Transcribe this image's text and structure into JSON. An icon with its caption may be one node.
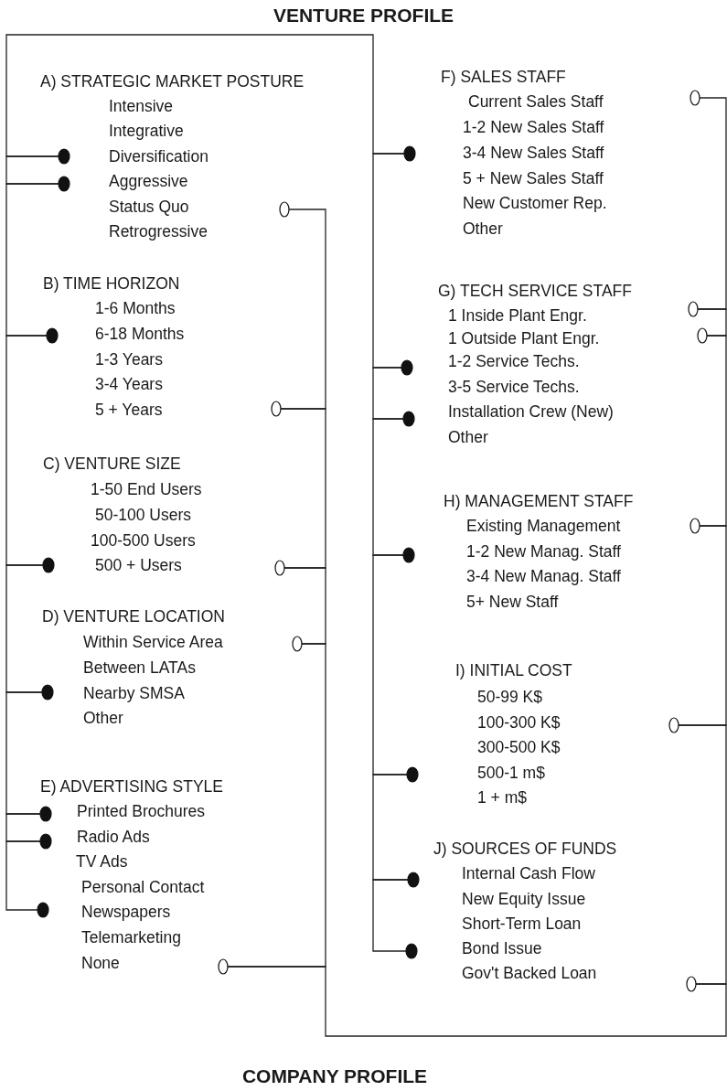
{
  "diagram": {
    "title": "VENTURE PROFILE",
    "caption": "COMPANY PROFILE",
    "nodes": [
      {
        "text": [],
        "shape": "dot"
      },
      {
        "text": [],
        "shape": "dot"
      },
      {
        "text": [],
        "shape": "circle"
      },
      {
        "text": [],
        "shape": "dot"
      },
      {
        "text": [],
        "shape": "circle"
      },
      {
        "text": [],
        "shape": "dot"
      },
      {
        "text": [],
        "shape": "circle"
      },
      {
        "text": [],
        "shape": "circle"
      },
      {
        "text": [],
        "shape": "dot"
      },
      {
        "text": [],
        "shape": "dot"
      },
      {
        "text": [],
        "shape": "dot"
      },
      {
        "text": [],
        "shape": "dot"
      },
      {
        "text": [],
        "shape": "circle"
      },
      {
        "text": [],
        "shape": "circle"
      },
      {
        "text": [],
        "shape": "dot"
      },
      {
        "text": [],
        "shape": "circle"
      },
      {
        "text": [],
        "shape": "circle"
      },
      {
        "text": [],
        "shape": "dot"
      },
      {
        "text": [],
        "shape": "dot"
      },
      {
        "text": [],
        "shape": "circle"
      },
      {
        "text": [],
        "shape": "dot"
      },
      {
        "text": [],
        "shape": "circle"
      },
      {
        "text": [],
        "shape": "dot"
      },
      {
        "text": [],
        "shape": "dot"
      },
      {
        "text": [],
        "shape": "dot"
      },
      {
        "text": [],
        "shape": "circle"
      }
    ],
    "edges": [
      {
        "from": 11,
        "to": 10,
        "arrow": "none"
      },
      {
        "from": 10,
        "to": 9,
        "arrow": "none"
      },
      {
        "from": 9,
        "to": 8,
        "arrow": "none"
      },
      {
        "from": 8,
        "to": 5,
        "arrow": "none"
      },
      {
        "from": 5,
        "to": 3,
        "arrow": "none"
      },
      {
        "from": 3,
        "to": 1,
        "arrow": "none"
      },
      {
        "from": 1,
        "to": 0,
        "arrow": "none"
      },
      {
        "from": 0,
        "to": 14,
        "arrow": "none"
      },
      {
        "from": 14,
        "to": 17,
        "arrow": "none"
      },
      {
        "from": 17,
        "to": 18,
        "arrow": "none"
      },
      {
        "from": 18,
        "to": 20,
        "arrow": "none"
      },
      {
        "from": 20,
        "to": 22,
        "arrow": "none"
      },
      {
        "from": 22,
        "to": 23,
        "arrow": "none"
      },
      {
        "from": 23,
        "to": 24,
        "arrow": "none"
      },
      {
        "from": 2,
        "to": 4,
        "arrow": "none"
      },
      {
        "from": 4,
        "to": 6,
        "arrow": "none"
      },
      {
        "from": 6,
        "to": 7,
        "arrow": "none"
      },
      {
        "from": 7,
        "to": 12,
        "arrow": "none"
      },
      {
        "from": 12,
        "to": 25,
        "arrow": "none"
      },
      {
        "from": 25,
        "to": 21,
        "arrow": "none"
      },
      {
        "from": 21,
        "to": 19,
        "arrow": "none"
      },
      {
        "from": 19,
        "to": 16,
        "arrow": "none"
      },
      {
        "from": 16,
        "to": 15,
        "arrow": "none"
      },
      {
        "from": 15,
        "to": 13,
        "arrow": "none"
      }
    ],
    "labels": [
      "A) STRATEGIC MARKET POSTURE",
      "Intensive",
      "Integrative",
      "Diversification",
      "Aggressive",
      "Status Quo",
      "Retrogressive",
      "B) TIME HORIZON",
      "1-6 Months",
      "6-18 Months",
      "1-3 Years",
      "3-4 Years",
      "5 + Years",
      "C) VENTURE  SIZE",
      "1-50 End Users",
      "50-100 Users",
      "100-500 Users",
      "500 + Users",
      "D) VENTURE LOCATION",
      "Within Service Area",
      "Between LATAs",
      "Nearby SMSA",
      "Other",
      "E) ADVERTISING  STYLE",
      "Printed Brochures",
      "Radio Ads",
      "TV Ads",
      "Personal Contact",
      "Newspapers",
      "Telemarketing",
      "None",
      "F) SALES STAFF",
      "Current Sales Staff",
      "1-2 New Sales Staff",
      "3-4 New Sales Staff",
      "5 + New Sales Staff",
      "New Customer Rep.",
      "Other",
      "G) TECH SERVICE STAFF",
      "1 Inside Plant Engr.",
      "1 Outside Plant Engr.",
      "1-2 Service Techs.",
      "3-5 Service Techs.",
      "Installation Crew (New)",
      "Other",
      "H) MANAGEMENT STAFF",
      "Existing Management",
      "1-2 New Manag. Staff",
      "3-4 New Manag. Staff",
      "5+ New Staff",
      "I) INITIAL COST",
      "50-99 K$",
      "100-300 K$",
      "300-500 K$",
      "500-1 m$",
      "1 + m$",
      "J) SOURCES OF FUNDS",
      "Internal Cash Flow",
      "New Equity Issue",
      "Short-Term Loan",
      "Bond Issue",
      "Gov't Backed Loan"
    ]
  }
}
